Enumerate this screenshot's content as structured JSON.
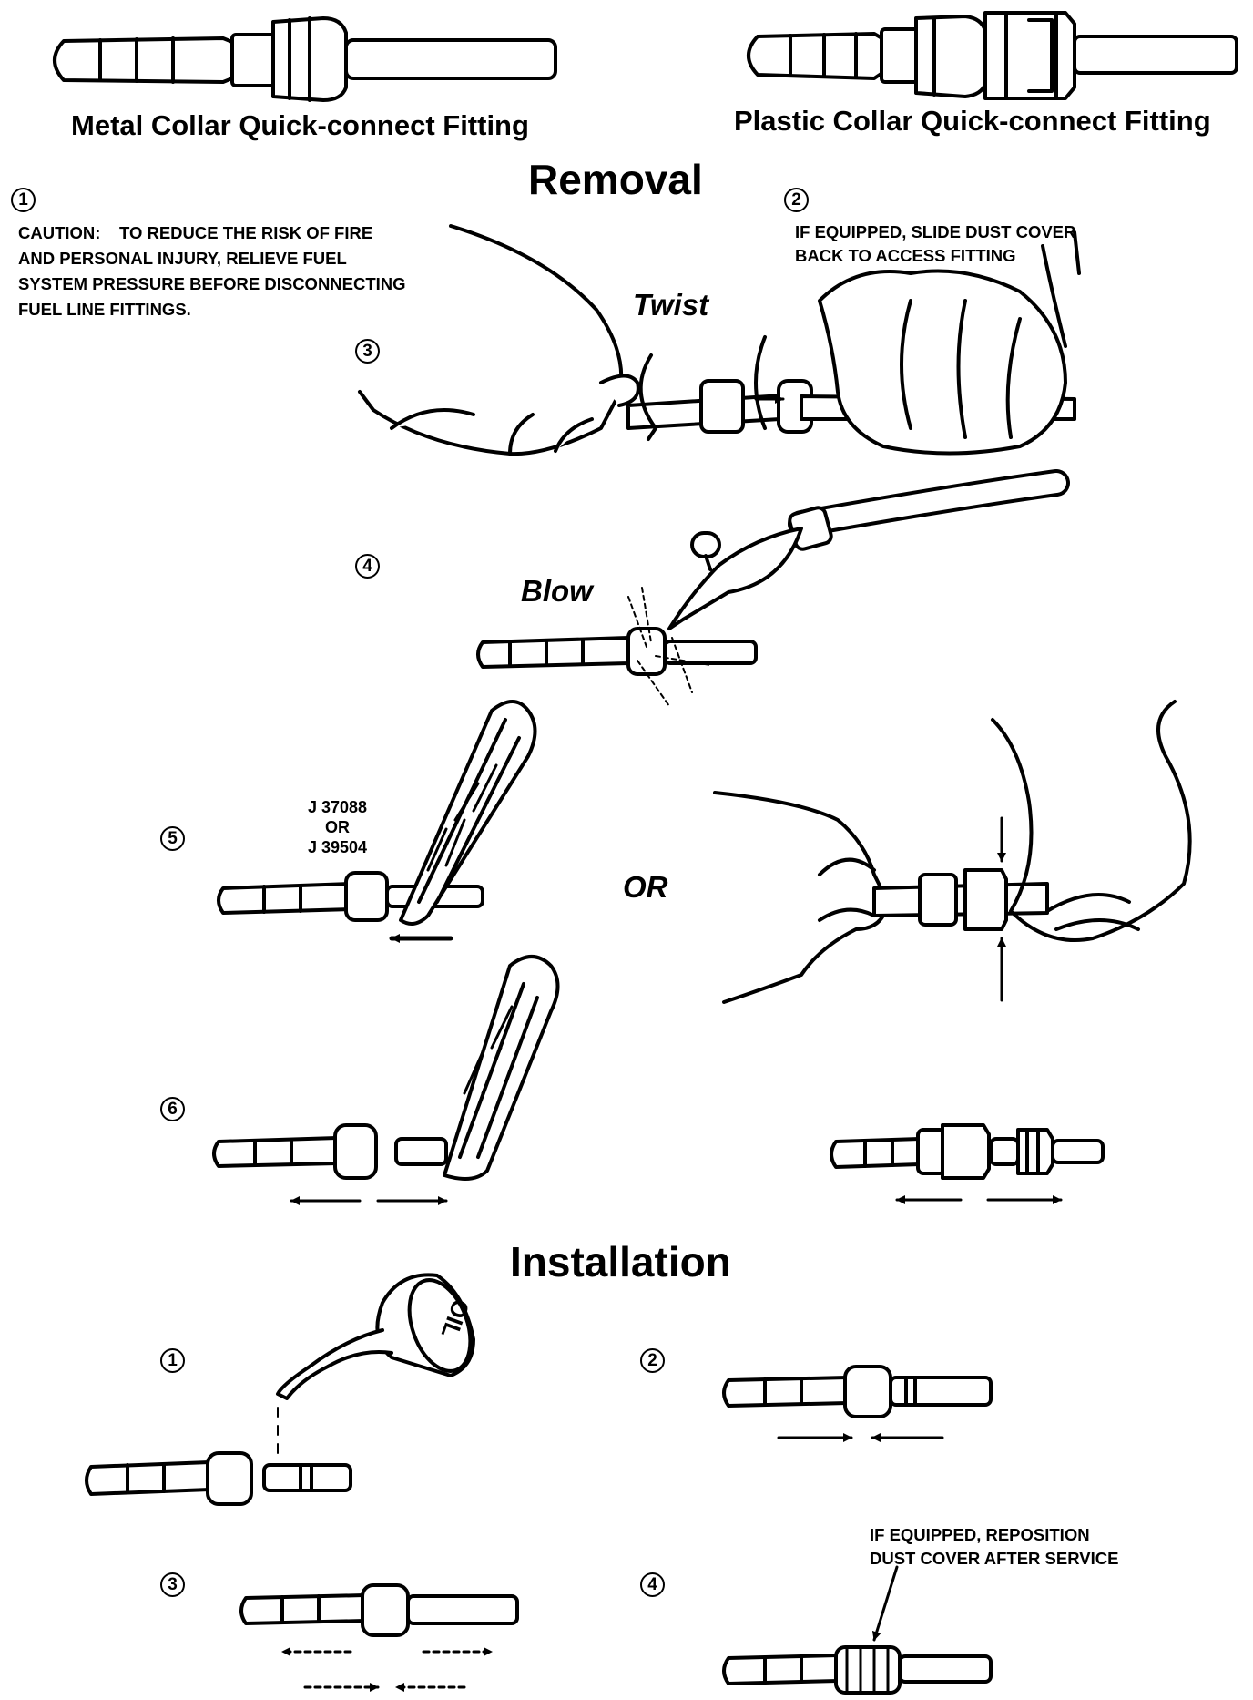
{
  "captions": {
    "metal_collar": "Metal Collar Quick-connect Fitting",
    "plastic_collar": "Plastic Collar Quick-connect Fitting"
  },
  "sections": {
    "removal": "Removal",
    "installation": "Installation"
  },
  "removal": {
    "caution": "CAUTION:    TO REDUCE THE RISK OF FIRE\nAND PERSONAL INJURY, RELIEVE FUEL\nSYSTEM PRESSURE BEFORE DISCONNECTING\nFUEL LINE FITTINGS.",
    "dust_cover": "IF EQUIPPED, SLIDE DUST COVER\nBACK TO ACCESS FITTING",
    "twist": "Twist",
    "blow": "Blow",
    "tool_numbers": "J 37088\nOR\nJ 39504",
    "or": "OR"
  },
  "installation": {
    "oil_label": "OIL",
    "reposition": "IF EQUIPPED, REPOSITION\nDUST COVER AFTER SERVICE"
  },
  "step_numbers": {
    "removal": [
      "1",
      "2",
      "3",
      "4",
      "5",
      "6"
    ],
    "installation": [
      "1",
      "2",
      "3",
      "4"
    ]
  }
}
